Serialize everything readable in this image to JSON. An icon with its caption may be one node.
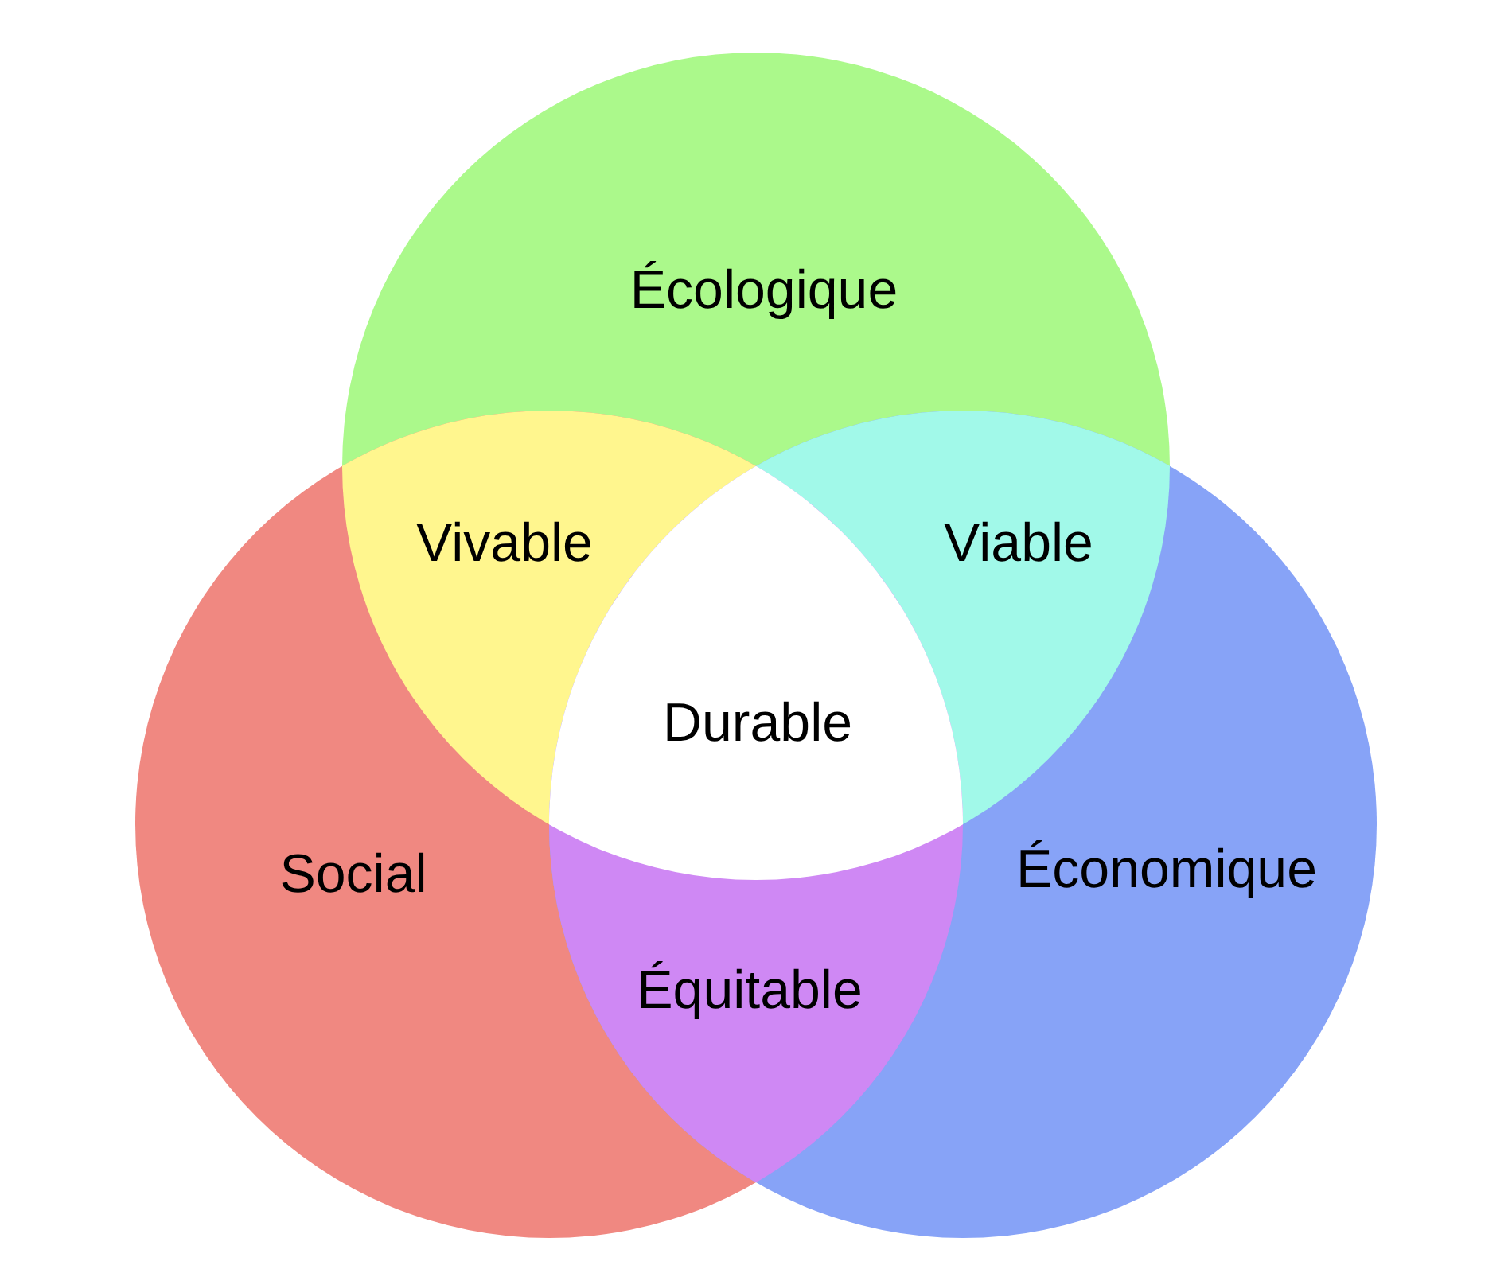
{
  "diagram": {
    "nodes": [
      {
        "text": [
          "Écologique"
        ]
      },
      {
        "text": [
          "Social"
        ]
      },
      {
        "text": [
          "Économique"
        ]
      }
    ],
    "labels": [
      "Vivable",
      "Viable",
      "Durable",
      "Équitable"
    ]
  }
}
